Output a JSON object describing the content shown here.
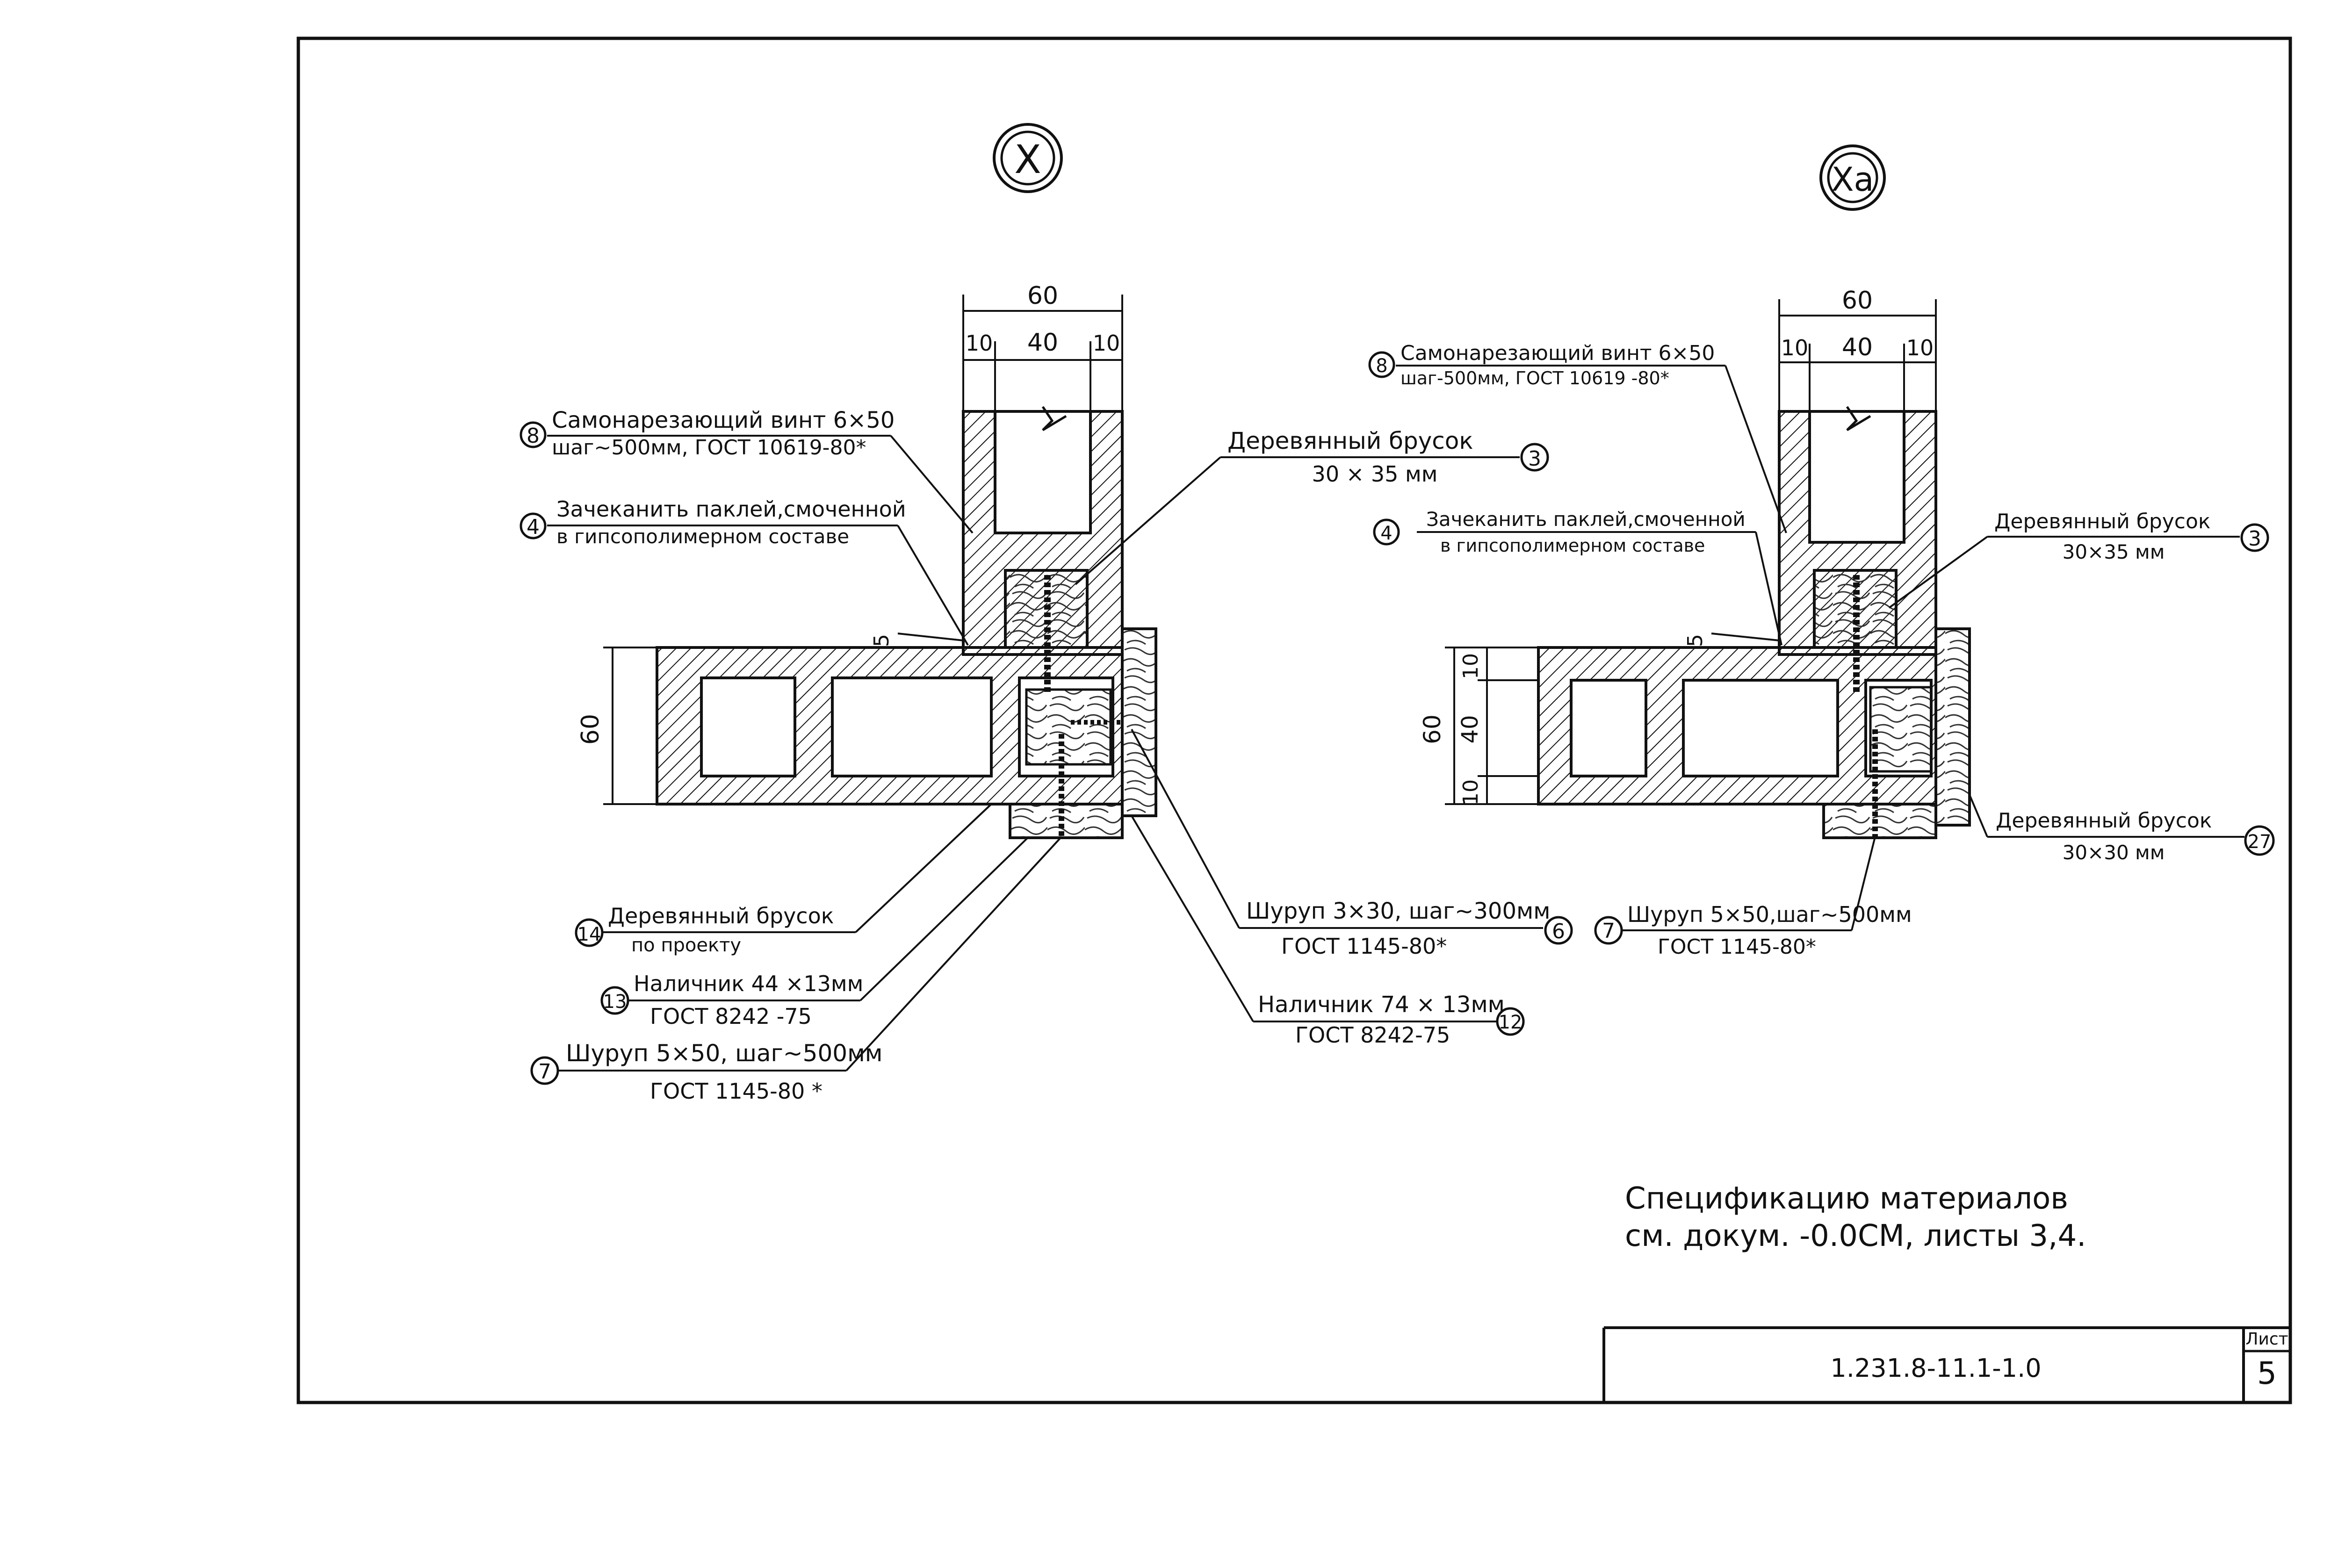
{
  "details": {
    "x": {
      "mark": "X",
      "dims": {
        "top_total": "60",
        "top_left": "10",
        "top_mid": "40",
        "top_right": "10",
        "gap": "5",
        "side_total": "60"
      },
      "callouts": {
        "c8": {
          "num": "8",
          "line1": "Самонарезающий винт 6×50",
          "line2": "шаг~500мм, ГОСТ 10619-80*"
        },
        "c4": {
          "num": "4",
          "line1": "Зачеканить паклей,смоченной",
          "line2": "в гипсополимерном составе"
        },
        "c3": {
          "num": "3",
          "line1": "Деревянный  брусок",
          "line2": "30 × 35 мм"
        },
        "c14": {
          "num": "14",
          "line1": "Деревянный  брусок",
          "line2": "по проекту"
        },
        "c13": {
          "num": "13",
          "line1": "Наличник  44 ×13мм",
          "line2": "ГОСТ  8242 -75"
        },
        "c7": {
          "num": "7",
          "line1": "Шуруп 5×50, шаг~500мм",
          "line2": "ГОСТ 1145-80 *"
        },
        "c6": {
          "num": "6",
          "line1": "Шуруп  3×30, шаг~300мм",
          "line2": "ГОСТ  1145-80*"
        },
        "c12": {
          "num": "12",
          "line1": "Наличник  74 × 13мм",
          "line2": "ГОСТ 8242-75"
        }
      }
    },
    "xa": {
      "mark": "Xa",
      "dims": {
        "top_total": "60",
        "top_left": "10",
        "top_mid": "40",
        "top_right": "10",
        "gap": "5",
        "side_total": "60",
        "side_top": "10",
        "side_mid": "40",
        "side_bottom": "10"
      },
      "callouts": {
        "c8": {
          "num": "8",
          "line1": "Самонарезающий винт 6×50",
          "line2": "шаг-500мм, ГОСТ 10619 -80*"
        },
        "c4": {
          "num": "4",
          "line1": "Зачеканить паклей,смоченной",
          "line2": "в гипсополимерном составе"
        },
        "c3": {
          "num": "3",
          "line1": "Деревянный брусок",
          "line2": "30×35 мм"
        },
        "c27": {
          "num": "27",
          "line1": "Деревянный брусок",
          "line2": "30×30 мм"
        },
        "c7": {
          "num": "7",
          "line1": "Шуруп 5×50,шаг~500мм",
          "line2": "ГОСТ 1145-80*"
        }
      }
    }
  },
  "note": {
    "line1": "Спецификацию  материалов",
    "line2": "см. докум.  -0.0СМ, листы 3,4."
  },
  "title_block": {
    "doc_code": "1.231.8-11.1-1.0",
    "sheet_label": "Лист",
    "sheet_number": "5"
  }
}
